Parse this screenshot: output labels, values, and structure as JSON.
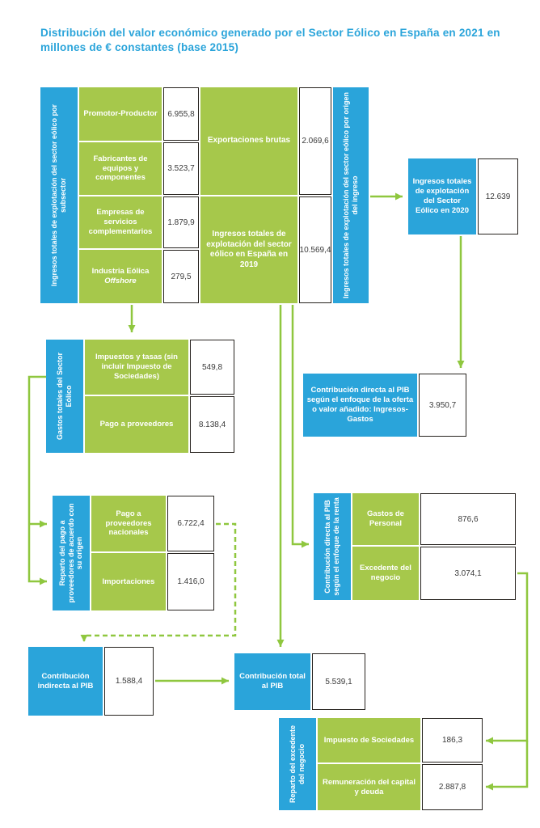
{
  "title": "Distribución del valor económico generado por el Sector Eólico en España en 2021 en millones de € constantes (base 2015)",
  "colors": {
    "blue": "#2aa4da",
    "green": "#a6c84b",
    "arrow": "#8fc73f"
  },
  "top_block": {
    "left_axis": "Ingresos totales de explotación del sector eólico por subsector",
    "right_axis": "Ingresos totales de explotación del sector eólico por origen del ingreso",
    "subsectors": [
      {
        "label": "Promotor-Productor",
        "value": "6.955,8"
      },
      {
        "label": "Fabricantes de equipos y componentes",
        "value": "3.523,7"
      },
      {
        "label": "Empresas de servicios complementarios",
        "value": "1.879,9"
      },
      {
        "label": "Industria Eólica",
        "label_em": "Offshore",
        "value": "279,5"
      }
    ],
    "origen": [
      {
        "label": "Exportaciones brutas",
        "value": "2.069,6"
      },
      {
        "label": "Ingresos totales de explotación del sector eólico en España en 2019",
        "value": "10.569,4"
      }
    ]
  },
  "ingresos_2020": {
    "label": "Ingresos totales de explotación del Sector Eólico en 2020",
    "value": "12.639"
  },
  "gastos": {
    "axis": "Gastos totales del Sector Eólico",
    "items": [
      {
        "label": "Impuestos y tasas (sin incluir Impuesto de Sociedades)",
        "value": "549,8"
      },
      {
        "label": "Pago a proveedores",
        "value": "8.138,4"
      }
    ]
  },
  "reparto_pago": {
    "axis": "Reparto del pago a proveedores de acuerdo con su origen",
    "items": [
      {
        "label": "Pago a proveedores nacionales",
        "value": "6.722,4"
      },
      {
        "label": "Importaciones",
        "value": "1.416,0"
      }
    ]
  },
  "contribucion_oferta": {
    "label": "Contribución directa al PIB según el enfoque de la oferta o valor añadido: Ingresos-Gastos",
    "value": "3.950,7"
  },
  "contribucion_renta": {
    "axis": "Contribución directa al PIB según el enfoque de la renta",
    "items": [
      {
        "label": "Gastos de Personal",
        "value": "876,6"
      },
      {
        "label": "Excedente del negocio",
        "value": "3.074,1"
      }
    ]
  },
  "contribucion_indirecta": {
    "label": "Contribución indirecta al PIB",
    "value": "1.588,4"
  },
  "contribucion_total": {
    "label": "Contribución total al PIB",
    "value": "5.539,1"
  },
  "reparto_excedente": {
    "axis": "Reparto del excedente del negocio",
    "items": [
      {
        "label": "Impuesto de Sociedades",
        "value": "186,3"
      },
      {
        "label": "Remuneración del capital y deuda",
        "value": "2.887,8"
      }
    ]
  }
}
